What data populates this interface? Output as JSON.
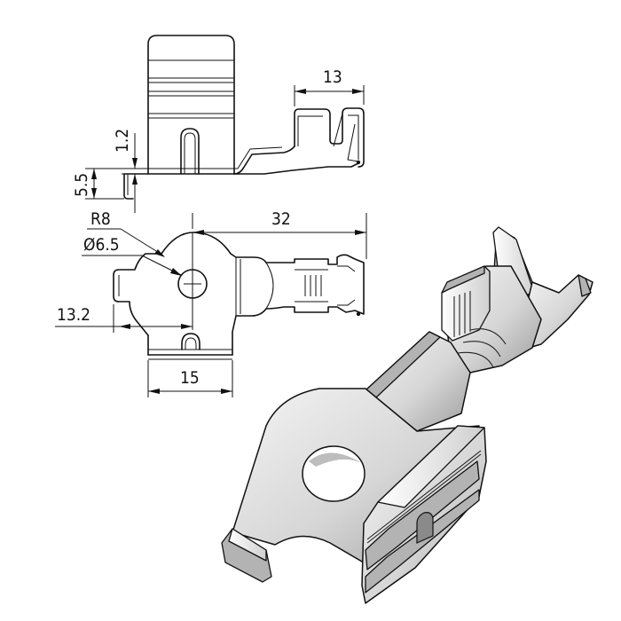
{
  "dimensions": {
    "width_13": "13",
    "thickness_1_2": "1.2",
    "height_5_5": "5.5",
    "radius_r8": "R8",
    "hole_diameter": "Ø6.5",
    "length_32": "32",
    "offset_13_2": "13.2",
    "width_15": "15"
  }
}
